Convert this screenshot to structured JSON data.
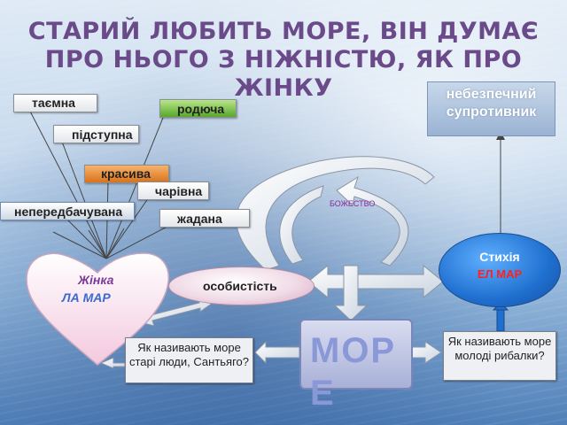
{
  "title": "СТАРИЙ ЛЮБИТЬ МОРЕ, ВІН ДУМАЄ ПРО НЬОГО З НІЖНІСТЮ, ЯК ПРО ЖІНКУ",
  "epithets": {
    "taiemna": "таємна",
    "rodiucha": "родюча",
    "pidstupna": "підступна",
    "krasyva": "красива",
    "chariv": "чарівна",
    "neperedbach": "непередбачувана",
    "zhadana": "жадана"
  },
  "danger_text": "небезпечний супротивник",
  "deity_text": "БОЖЕСТВО",
  "element": {
    "line1": "Стихія",
    "line2": "ЕЛ  МАР"
  },
  "woman": {
    "line1": "Жінка",
    "line2": "ЛА МАР"
  },
  "person_text": "особистість",
  "sea_text": "МОРЕ",
  "question_old": "Як називають море старі люди, Сантьяго?",
  "question_young": "Як називають море молоді рибалки?",
  "colors": {
    "title": "#6b4a8a",
    "element_bg": "#1f6fd0",
    "heart": "#f6dbe9",
    "accent_red": "#ff2020"
  }
}
